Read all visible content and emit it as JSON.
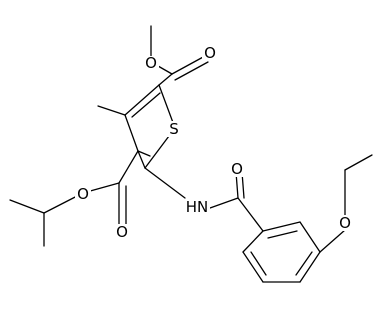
{
  "molecule": {
    "atom_labels": {
      "ester_top_ether_o": "O",
      "ester_top_carbonyl_o": "O",
      "thiophene_s": "S",
      "ester_left_ether_o": "O",
      "ester_left_carbonyl_o": "O",
      "amide_n": "HN",
      "amide_carbonyl_o": "O",
      "ethoxy_o": "O"
    }
  }
}
